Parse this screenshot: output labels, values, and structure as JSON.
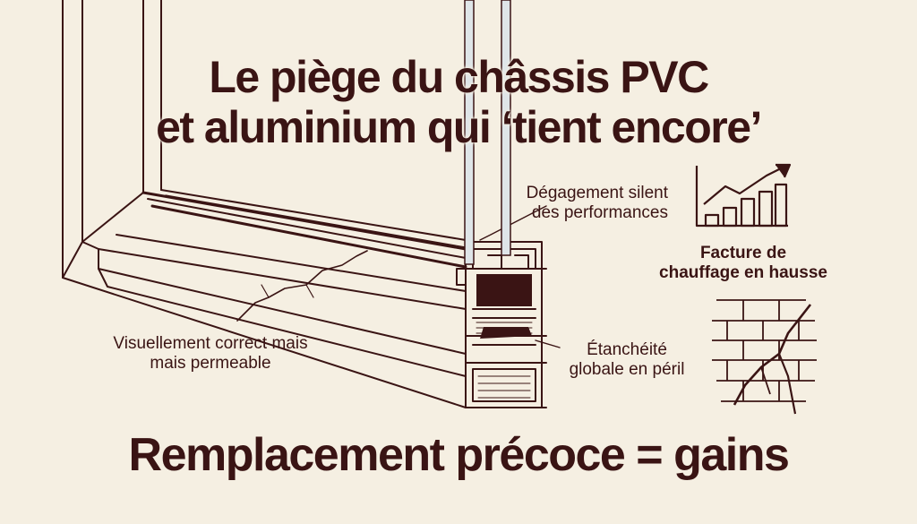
{
  "title": {
    "line1": "Le piège du châssis PVC",
    "line2": "et aluminium qui ‘tient encore’"
  },
  "labels": {
    "degagement": [
      "Dégagement silent",
      "des performances"
    ],
    "facture": [
      "Facture de",
      "chauffage en hausse"
    ],
    "visuellement": [
      "Visuellement correct mais",
      "mais permeable"
    ],
    "etancheite": [
      "Étanchéité",
      "globale en péril"
    ]
  },
  "bottom_line": "Remplacement précoce = gains",
  "chart_data": {
    "type": "bar",
    "title": "",
    "categories": [
      "",
      "",
      "",
      ""
    ],
    "values": [
      1,
      2,
      3,
      4
    ],
    "trend": "up"
  },
  "colors": {
    "background": "#f5efe2",
    "ink": "#3a1414",
    "glass": "#b9c2c6"
  },
  "icons": [
    "trend-chart-icon",
    "cracked-brick-wall-icon",
    "window-frame-section-icon"
  ]
}
